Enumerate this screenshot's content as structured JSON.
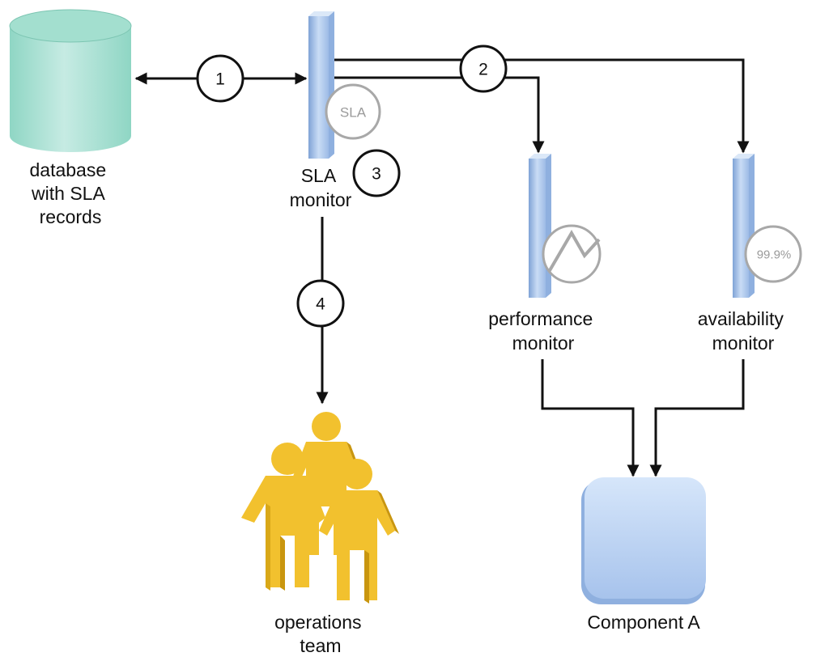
{
  "labels": {
    "database": [
      "database",
      "with SLA",
      "records"
    ],
    "sla_monitor": [
      "SLA",
      "monitor"
    ],
    "performance_monitor": [
      "performance",
      "monitor"
    ],
    "availability_monitor": [
      "availability",
      "monitor"
    ],
    "operations_team": [
      "operations",
      "team"
    ],
    "component": [
      "Component A"
    ]
  },
  "badges": {
    "sla": "SLA",
    "availability": "99.9%"
  },
  "steps": [
    "1",
    "2",
    "3",
    "4"
  ],
  "colors": {
    "database": "#8fd6c4",
    "monitor": "#a9c6ea",
    "component": "#b6d0f2",
    "people": "#f2c12e",
    "line": "#111111"
  }
}
